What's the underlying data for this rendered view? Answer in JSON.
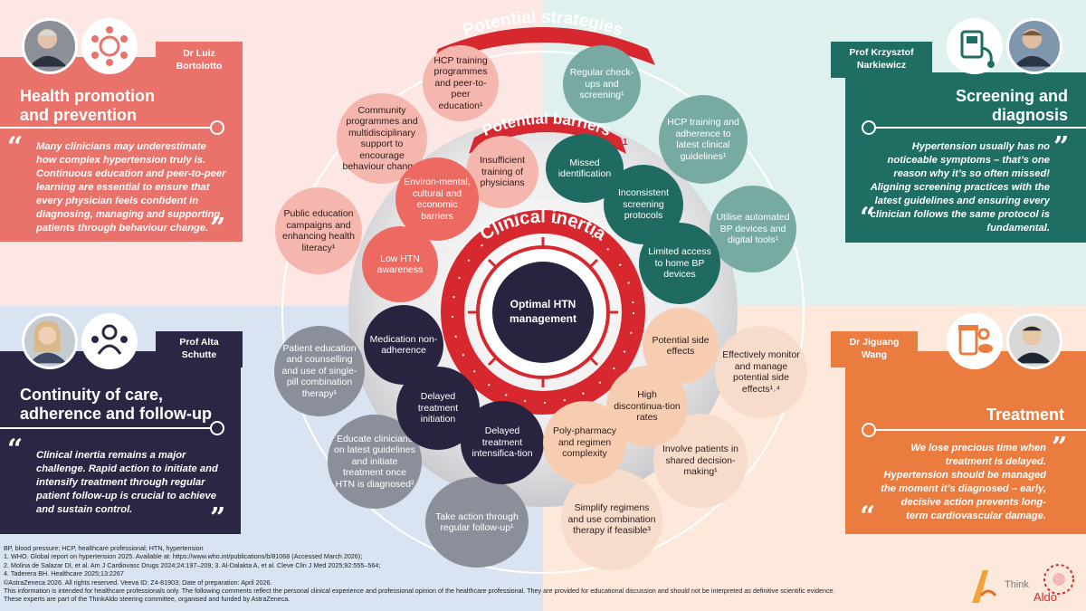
{
  "panels": {
    "health_promotion": {
      "title_line1": "Health promotion",
      "title_line2": "and prevention",
      "expert_line1": "Dr Luiz",
      "expert_line2": "Bortolotto",
      "quote": "Many clinicians may underestimate how complex hypertension truly is. Continuous education and peer-to-peer learning are essential to ensure that every physician feels confident in diagnosing, managing and supporting patients through behaviour change.",
      "color": "#e9726a"
    },
    "screening": {
      "title_line1": "Screening and",
      "title_line2": "diagnosis",
      "expert_line1": "Prof Krzysztof",
      "expert_line2": "Narkiewicz",
      "quote": "Hypertension usually has no noticeable symptoms – that’s one reason why it’s so often missed! Aligning screening practices with the latest guidelines and ensuring every clinician follows the same protocol is fundamental.",
      "color": "#1e6e64"
    },
    "continuity": {
      "title_line1": "Continuity of care,",
      "title_line2": "adherence and follow-up",
      "expert_line1": "Prof Alta",
      "expert_line2": "Schutte",
      "quote": "Clinical inertia remains a major challenge. Rapid action to initiate and intensify treatment through regular patient follow-up is crucial to achieve and sustain control.",
      "color": "#2a2644"
    },
    "treatment": {
      "title_line1": "Treatment",
      "expert_line1": "Dr Jiguang",
      "expert_line2": "Wang",
      "quote": "We lose precious time when treatment is delayed. Hypertension should be managed the moment it’s diagnosed – early, decisive action prevents long-term cardiovascular damage.",
      "color": "#e97c3e"
    }
  },
  "diagram": {
    "arc_outer": "Potential strategies",
    "arc_middle": "Potential barriers",
    "arc_middle_sup": "1",
    "arc_inner": "Clinical inertia",
    "center": "Optimal HTN management",
    "center_line1": "Optimal HTN",
    "center_line2": "management",
    "strategies": {
      "hcp_training_peer": "HCP training programmes and peer-to-peer education¹",
      "community": "Community programmes and multidisciplinary support to encourage behaviour change¹",
      "public_education": "Public education campaigns and enhancing health literacy¹",
      "regular_checkups": "Regular check-ups and screening¹",
      "hcp_adherence": "HCP training and adherence to latest clinical guidelines¹",
      "automated_bp": "Utilise automated BP devices and digital tools¹",
      "patient_education": "Patient education and counselling and use of single-pill combination therapy¹",
      "educate_clinicians": "Educate clinicians on latest guidelines and initiate treatment once HTN is diagnosed²",
      "take_action": "Take action through regular follow-up¹",
      "monitor_side_effects": "Effectively monitor and manage potential side effects¹˒⁴",
      "involve_patients": "Involve patients in shared decision-making¹",
      "simplify": "Simplify regimens and use combination therapy if feasible³"
    },
    "barriers": {
      "insufficient_training": "Insufficient training of physicians",
      "environmental": "Environ-mental, cultural and economic barriers",
      "low_awareness": "Low HTN awareness",
      "missed_identification": "Missed identification",
      "inconsistent_screening": "Inconsistent screening protocols",
      "limited_access": "Limited access to home BP devices",
      "medication_nonadherence": "Medication non-adherence",
      "delayed_initiation": "Delayed treatment initiation",
      "delayed_intensification": "Delayed treatment intensifica-tion",
      "side_effects": "Potential side effects",
      "discontinuation": "High discontinua-tion rates",
      "polypharmacy": "Poly-pharmacy and regimen complexity"
    }
  },
  "footer": {
    "abbrev": "BP, blood pressure; HCP, healthcare professional; HTN, hypertension",
    "ref1": "1. WHO. Global report on hypertension 2025. Available at: https://www.who.int/publications/b/81068 (Accessed March 2026);",
    "ref2": "2. Molina de Salazar DI, et al. Am J Cardiovasc Drugs 2024;24:197–209; 3. Al-Dalakta A, et al. Cleve Clin J Med 2025;92:555–564;",
    "ref3": "4. Taderera BH. Healthcare 2025;13:2267",
    "copyright": "©AstraZeneca 2026. All rights reserved. Veeva ID: Z4-81903; Date of preparation: April 2026.",
    "disclaimer": "This information is intended for healthcare professionals only. The following comments reflect the personal clinical experience and professional opinion of the healthcare professional. They are provided for educational discussion and should not be interpreted as definitive scientific evidence.",
    "committee": "These experts are part of the ThinkAldo steering committee, organised and funded by AstraZeneca."
  },
  "logo": {
    "think": "Think",
    "aldo": "Aldo"
  },
  "colors": {
    "red": "#d8282f",
    "navy": "#28243f",
    "teal": "#1f6b61",
    "orange": "#e97c3e"
  }
}
